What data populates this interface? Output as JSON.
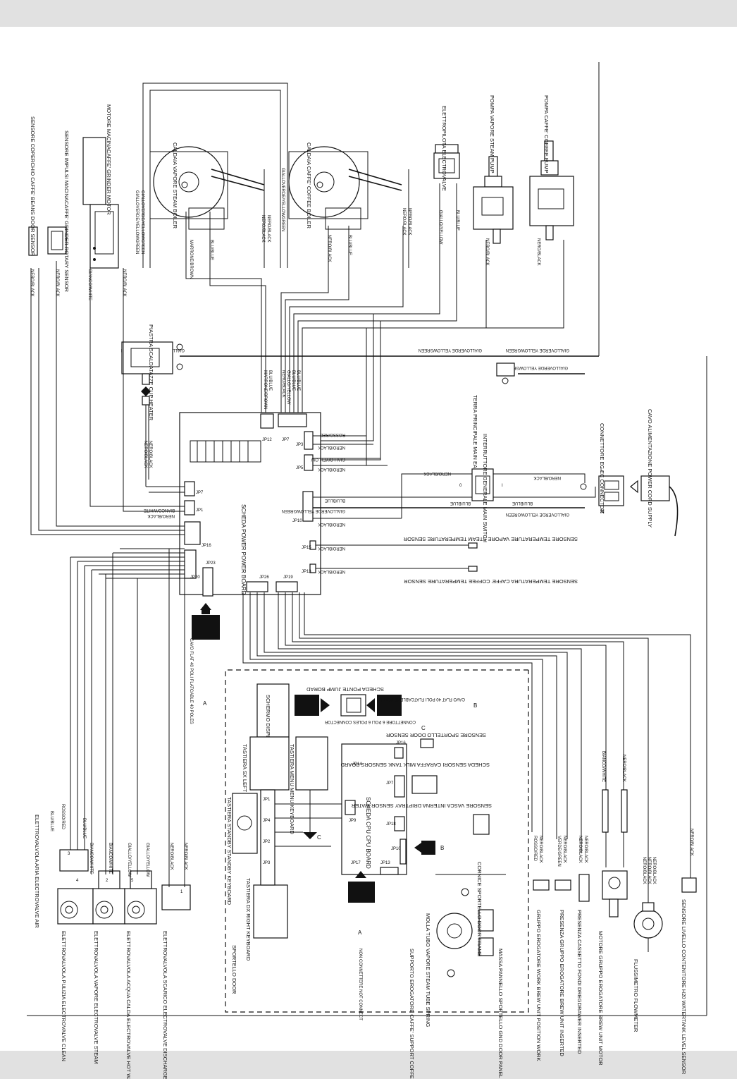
{
  "components": {
    "sensore_coperchio": "SENSORE COPERCHIO CAFFE' BEANS DOOR SENSOR",
    "sensore_impulsi": "SENSORE IMPULSI MACINACAFFE' GRINDER ROTARY SENSOR",
    "motore_macinacaffe": "MOTORE MACINACAFFE' GRINDER MOTOR",
    "caldaia_vapore": "CALDAIA VAPORE STEAM BOILER",
    "caldaia_caffe": "CALDAIA CAFFE' COFFEE BOILER",
    "elettropilota": "ELETTROPILOTA ELECTROVALVE",
    "pompa_vapore": "POMPA VAPORE STEAM PUMP",
    "pompa_caffe": "POMPA CAFFE' COFFEE PUMP",
    "piastra": "PIASTRA SCALDATAZZE CUP HEATER",
    "terra": "TERRA PRINCIPALE MAIN EARTH",
    "interruttore": "INTERRUTTORE GENERALE MAIN SWITCH",
    "connettore_ec": "CONNETTORE EC EC CONNECTOR",
    "cavo_alimentazione": "CAVO ALIMENTAZIONE POWER CORD SUPPLY",
    "scheda_power": "SCHEDA POWER POWER BOARD",
    "sensore_temp_vapore": "SENSORE TEMPERATURE VAPORE STEAM TEMPERATURE SENSOR",
    "sensore_temp_caffe": "SENSORE TEMPERATURA CAFFE' COFFEE TEMPERATURE SENSOR",
    "cavo_flat": "CAVO FLAT 40 POLI FLATCABLE 40 POLES",
    "scheda_ponte": "SCHEDA PONTE JUMP BORAD",
    "schermo_display": "SCHERMO DISPLAY",
    "connettore_6": "CONNETTORE 6 POLI 6 POLES CONNECTOR",
    "sensore_sportello": "SENSORE SPORTELLO DOOR SENSOR",
    "scheda_sensori_caraffa": "SCHEDA SENSORI CARAFFA MILK TANK SENSORS BOARD",
    "sensore_vasca": "SENSORE VASCA INTERNA DRIPTRAY SENSOR WATER",
    "scheda_cpu": "SCHEDA CPU CPU BOARD",
    "tastiera_sx": "TASTIERA SX LEFT KEYBOARD",
    "tastiera_menu": "TASTIERA MENU MENU KEYBOARD",
    "tastiera_standby": "TASTIERA STANDBY STANDBY KEYBOARD",
    "tastiera_dx": "TASTIERA DX RIGHT KEYBOARD",
    "cornice": "CORNICE SPORTELLO DOOR FRAME",
    "molla": "MOLLA TUBO VAPORE STEAM TUBE SPRING",
    "massa_pannello": "MASSA PANNELLO SPORTELLO GND DOOR PANEL",
    "supporto": "SUPPORTO EROGATORE CAFFE' SUPPORT COFFEE SUPPORT",
    "sportello": "SPORTELLO DOOR",
    "elettrovalvola_aria": "ELETTROVALVOLA ARIA ELECTROVALVE AIR",
    "elettrovalvola_pulizia": "ELETTROVALVOLA PULIZIA ELECTROVALVE CLEAN",
    "elettrovalvola_vapore": "ELETTROVALVOLA VAPORE ELECTROVALVE STEAM",
    "elettrovalvola_acqua": "ELETTROVALVOLA ACQUA CALDA ELECTROVALVE HOT WATER",
    "elettrovalvola_scarico": "ELETTROVALVOLA SCARICO ELECTROVALVE DISCHARGE",
    "gruppo_work": "GRUPPO EROGATORE WORK BREW UNIT POSITION WORK",
    "presenza_gruppo": "PRESENZA GRUPPO EROGATORE BREW UNIT INSERTED",
    "presenza_cassetto": "PRESENZA CASSETTO FONDI DREGDRAWER INSERTED",
    "motore_gruppo": "MOTORE GRUPPO EROGATORE BREW UNIT MOTOR",
    "flussimetro": "FLUSSIMETRO FLOWMETER",
    "sensore_livello": "SENSORE LIVELLO CONTENITORE H20 WATERTANK LEVEL SENSOR"
  },
  "wires": {
    "nero_black": "NERO/BLACK",
    "bianco_white": "BIANCO/WHITE",
    "blu_blue": "BLU/BLUE",
    "marrone_brown": "MARRONE/BROWN",
    "gialloverde": "GIALLOVERDE/YELLOWGREEN",
    "gialloverde_yellow": "GIALLOVERDE YELLOWGREEN",
    "giallo_yellow": "GIALLO/YELLOW",
    "rosso_red": "ROSSO/RED",
    "verde_green": "VERDE/GREEN"
  },
  "connectors": [
    "JP1",
    "JP2",
    "JP3",
    "JP5",
    "JP7",
    "JP10",
    "JP12",
    "JP13",
    "JP15",
    "JP16",
    "JP19",
    "JP20",
    "JP23",
    "JP26"
  ],
  "cpu_connectors": [
    "JP7",
    "JP9",
    "JP10",
    "JP13",
    "JP14",
    "JP16",
    "JP17",
    "JP18"
  ],
  "kbd_connectors": [
    "JP1",
    "JP2",
    "JP3",
    "JP4"
  ],
  "markers": {
    "a": "A",
    "b": "B",
    "c": "C",
    "n": "N",
    "l": "L",
    "zero": "0",
    "one": "I"
  },
  "valve_numbers": [
    "1",
    "2",
    "3",
    "4",
    "5"
  ],
  "non_connettere": "NON CONNETTERE NOT CONNECT"
}
